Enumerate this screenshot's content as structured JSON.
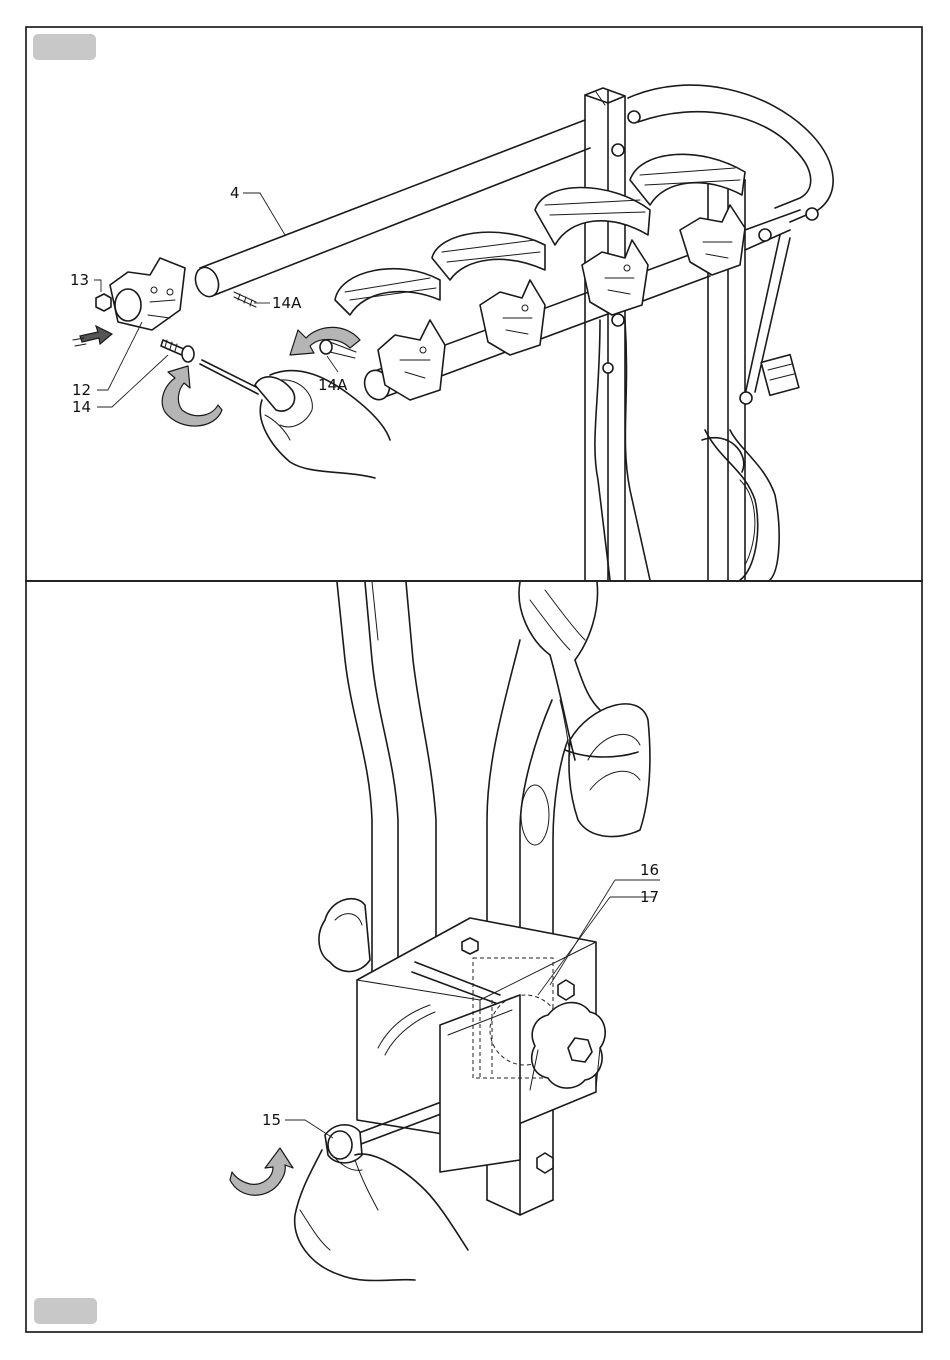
{
  "panels": [
    {
      "labels": [
        {
          "id": "4",
          "text": "4"
        },
        {
          "id": "13",
          "text": "13"
        },
        {
          "id": "14A",
          "text": "14A"
        },
        {
          "id": "14A_b",
          "text": "14A"
        },
        {
          "id": "12",
          "text": "12"
        },
        {
          "id": "14",
          "text": "14"
        }
      ]
    },
    {
      "labels": [
        {
          "id": "16",
          "text": "16"
        },
        {
          "id": "17",
          "text": "17"
        },
        {
          "id": "15",
          "text": "15"
        }
      ]
    }
  ],
  "colors": {
    "line": "#1a1a1a",
    "page_tab": "#c8c8c8",
    "part_fill": "#b5b5b5"
  }
}
